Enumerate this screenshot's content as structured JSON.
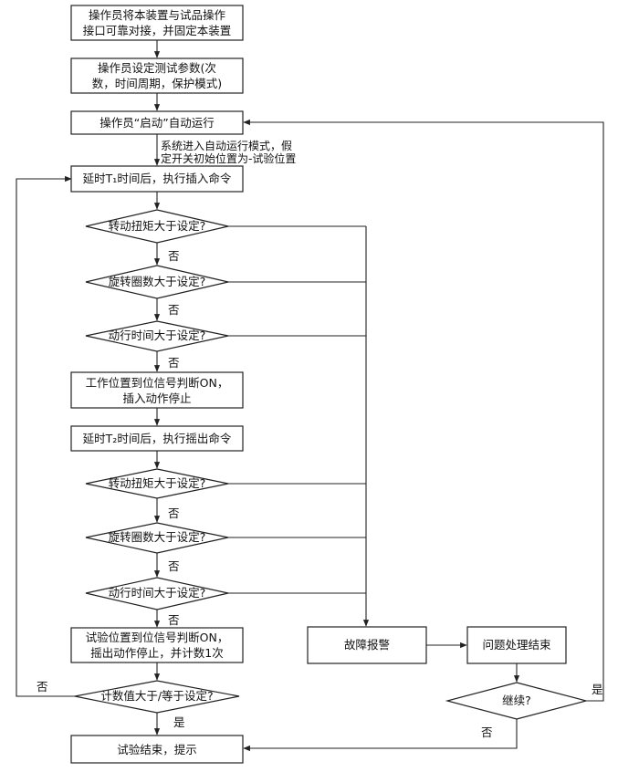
{
  "nodes": {
    "step1": [
      "操作员将本装置与试品操作",
      "接口可靠对接，并固定本装置"
    ],
    "step2": [
      "操作员设定测试参数(次",
      "数，时间周期，保护模式)"
    ],
    "step3": "操作员“启动”自动运行",
    "note3": [
      "系统进入自动运行模式，假",
      "定开关初始位置为-试验位置"
    ],
    "step4": "延时T₁时间后，执行插入命令",
    "d1": "转动扭矩大于设定?",
    "d2": "旋转圈数大于设定?",
    "d3": "动行时间大于设定?",
    "step5": [
      "工作位置到位信号判断ON，",
      "插入动作停止"
    ],
    "step6": "延时T₂时间后，执行摇出命令",
    "d4": "转动扭矩大于设定?",
    "d5": "旋转圈数大于设定?",
    "d6": "动行时间大于设定?",
    "step7": [
      "试验位置到位信号判断ON，",
      "摇出动作停止，并计数1次"
    ],
    "d7": "计数值大于/等于设定?",
    "end": "试验结束，提示",
    "alarm": "故障报警",
    "resolved": "问题处理结束",
    "cont": "继续?"
  },
  "edge_labels": {
    "no": "否",
    "yes": "是"
  }
}
